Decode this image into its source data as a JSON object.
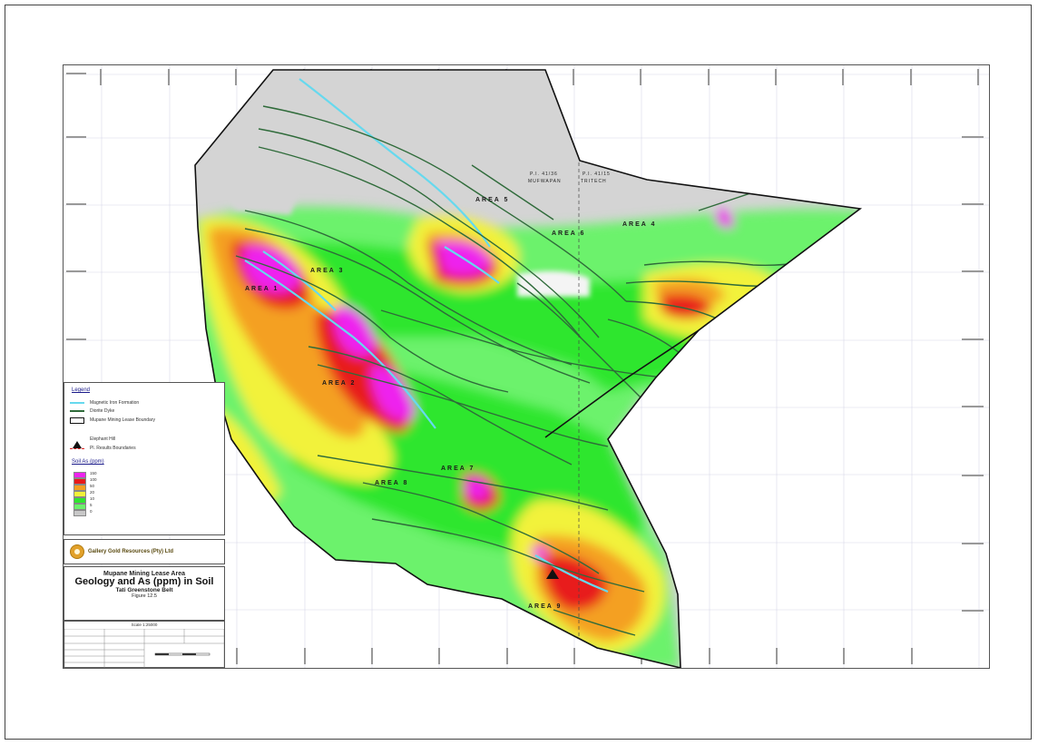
{
  "colors": {
    "background": "#d4d4d4",
    "class_lt5": "#c8c8c8",
    "class_5": "#6cf26c",
    "class_10": "#2ee62e",
    "class_20": "#f2f23a",
    "class_50": "#f4a020",
    "class_100": "#e81a1a",
    "class_150": "#ee22ee",
    "fault": "#2f6b3a",
    "iron_formation": "#66d9ee",
    "boundary": "#111111"
  },
  "map": {
    "area_labels": [
      "AREA 1",
      "AREA 2",
      "AREA 3",
      "AREA 4",
      "AREA 5",
      "AREA 6",
      "AREA 7",
      "AREA 8",
      "AREA 9"
    ],
    "district_labels": [
      "P.I. 41/36",
      "P.I. 41/15",
      "MUFWAPAN",
      "TRITECH"
    ],
    "hill_icon": "black-triangle-icon"
  },
  "legend": {
    "title": "Legend",
    "items": [
      {
        "label": "Magnetic Iron Formation",
        "icon": "cyan-line-icon"
      },
      {
        "label": "Diorite Dyke",
        "icon": "green-line-icon"
      },
      {
        "label": "Mupane Mining Lease Boundary",
        "icon": "black-rectangle-icon"
      },
      {
        "label": "Elephant Hill",
        "icon": "black-triangle-icon"
      },
      {
        "label": "Pl. Results Boundaries",
        "icon": "red-dashed-line-icon"
      }
    ],
    "soil_title": "Soil As (ppm)",
    "classes": [
      {
        "label": "150",
        "color": "#ee22ee"
      },
      {
        "label": "100",
        "color": "#e81a1a"
      },
      {
        "label": "50",
        "color": "#f4a020"
      },
      {
        "label": "20",
        "color": "#f2f23a"
      },
      {
        "label": "10",
        "color": "#2ee62e"
      },
      {
        "label": "5",
        "color": "#6cf26c"
      },
      {
        "label": "0",
        "color": "#c8c8c8"
      }
    ]
  },
  "company": {
    "name": "Gallery Gold Resources (Pty) Ltd"
  },
  "title_block": {
    "line1": "Mupane Mining Lease Area",
    "line2": "Geology and As (ppm) in Soil",
    "line3": "Tati Greenstone Belt",
    "line4": "Figure 12.5"
  },
  "info_block": {
    "scale": "Scale 1:25000"
  }
}
